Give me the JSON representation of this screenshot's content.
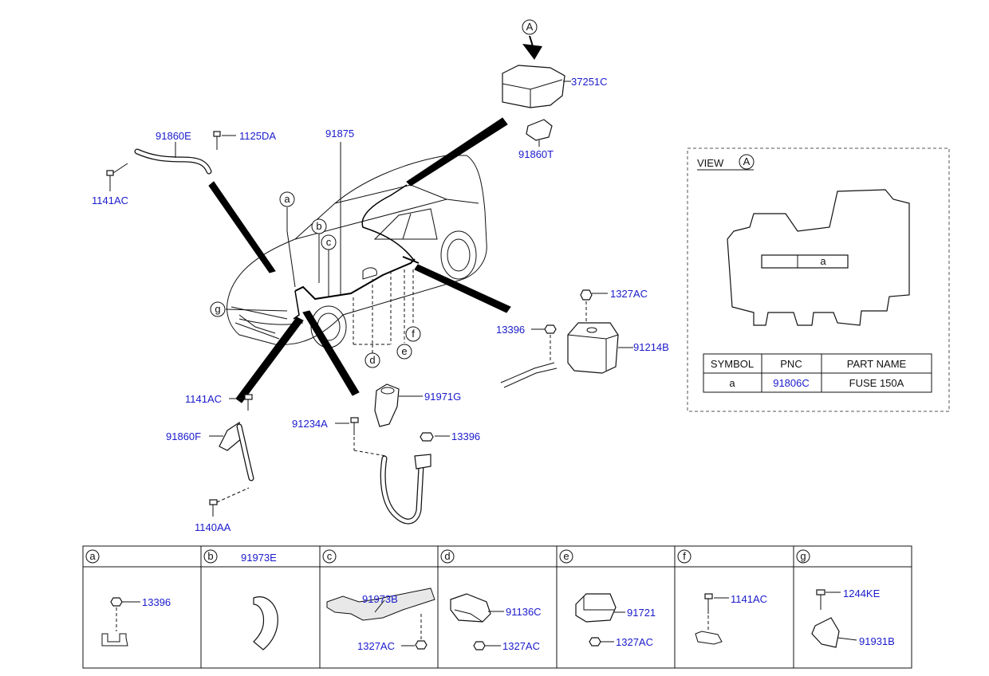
{
  "callouts": {
    "a": "a",
    "b": "b",
    "c": "c",
    "d": "d",
    "e": "e",
    "f": "f",
    "g": "g",
    "A": "A"
  },
  "parts": {
    "p37251C": "37251C",
    "p91860T": "91860T",
    "p91860E": "91860E",
    "p1125DA": "1125DA",
    "p1141AC_top": "1141AC",
    "p91875": "91875",
    "p1327AC_mid": "1327AC",
    "p13396_mid": "13396",
    "p91214B": "91214B",
    "p91971G": "91971G",
    "p1141AC_left": "1141AC",
    "p91860F": "91860F",
    "p1140AA": "1140AA",
    "p91234A": "91234A",
    "p13396_low": "13396"
  },
  "view_box": {
    "title": "VIEW",
    "circle_label": "A",
    "fuse_slot_label": "a",
    "table": {
      "headers": [
        "SYMBOL",
        "PNC",
        "PART NAME"
      ],
      "rows": [
        [
          "a",
          "91806C",
          "FUSE 150A"
        ]
      ]
    }
  },
  "bottom_table": {
    "cells": [
      {
        "key": "a",
        "parts": [
          "13396"
        ]
      },
      {
        "key": "b",
        "header_pnc": "91973E",
        "parts": []
      },
      {
        "key": "c",
        "parts": [
          "91973B",
          "1327AC"
        ]
      },
      {
        "key": "d",
        "parts": [
          "91136C",
          "1327AC"
        ]
      },
      {
        "key": "e",
        "parts": [
          "91721",
          "1327AC"
        ]
      },
      {
        "key": "f",
        "parts": [
          "1141AC"
        ]
      },
      {
        "key": "g",
        "parts": [
          "1244KE",
          "91931B"
        ]
      }
    ]
  }
}
